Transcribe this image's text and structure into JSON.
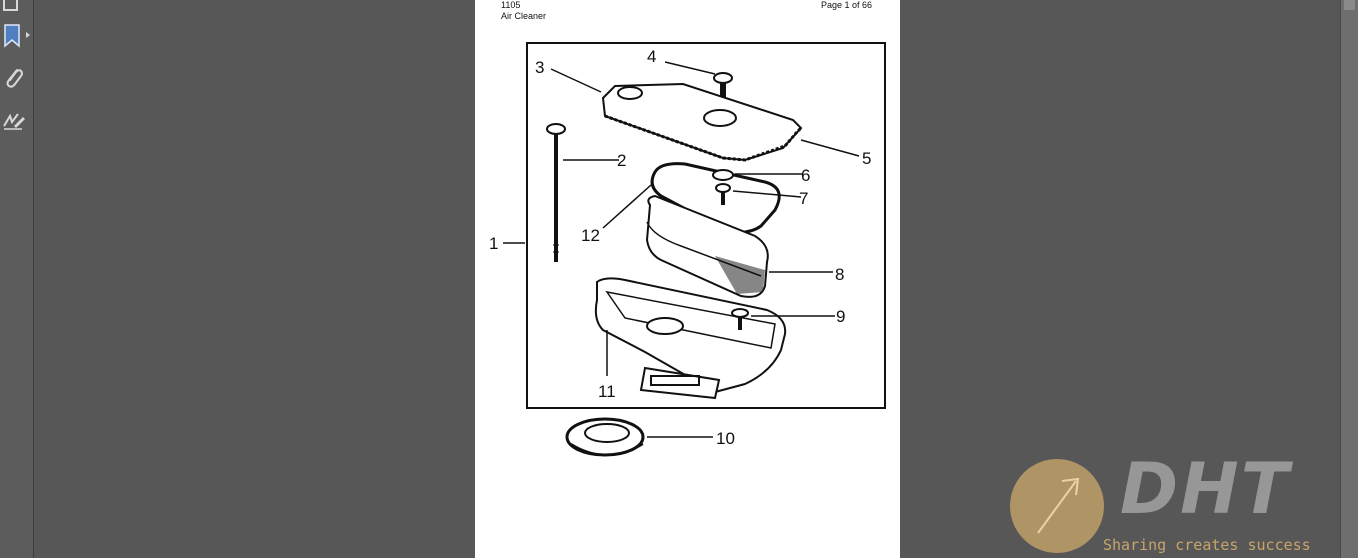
{
  "document": {
    "code": "1105",
    "title": "Air Cleaner",
    "page_indicator": "Page 1 of 66"
  },
  "diagram": {
    "callouts": [
      "1",
      "2",
      "3",
      "4",
      "5",
      "6",
      "7",
      "8",
      "9",
      "10",
      "11",
      "12"
    ]
  },
  "nav": {
    "icons": [
      "page-thumbnails-icon",
      "bookmarks-icon",
      "attachments-icon",
      "signatures-icon"
    ]
  },
  "watermark": {
    "brand": "DHT",
    "tagline": "Sharing creates success",
    "accent_color": "#c8a56a",
    "brand_color": "#9e9e9e"
  },
  "colors": {
    "viewer_background": "#575757",
    "page_background": "#ffffff",
    "nav_icon": "#d8d8d8"
  }
}
